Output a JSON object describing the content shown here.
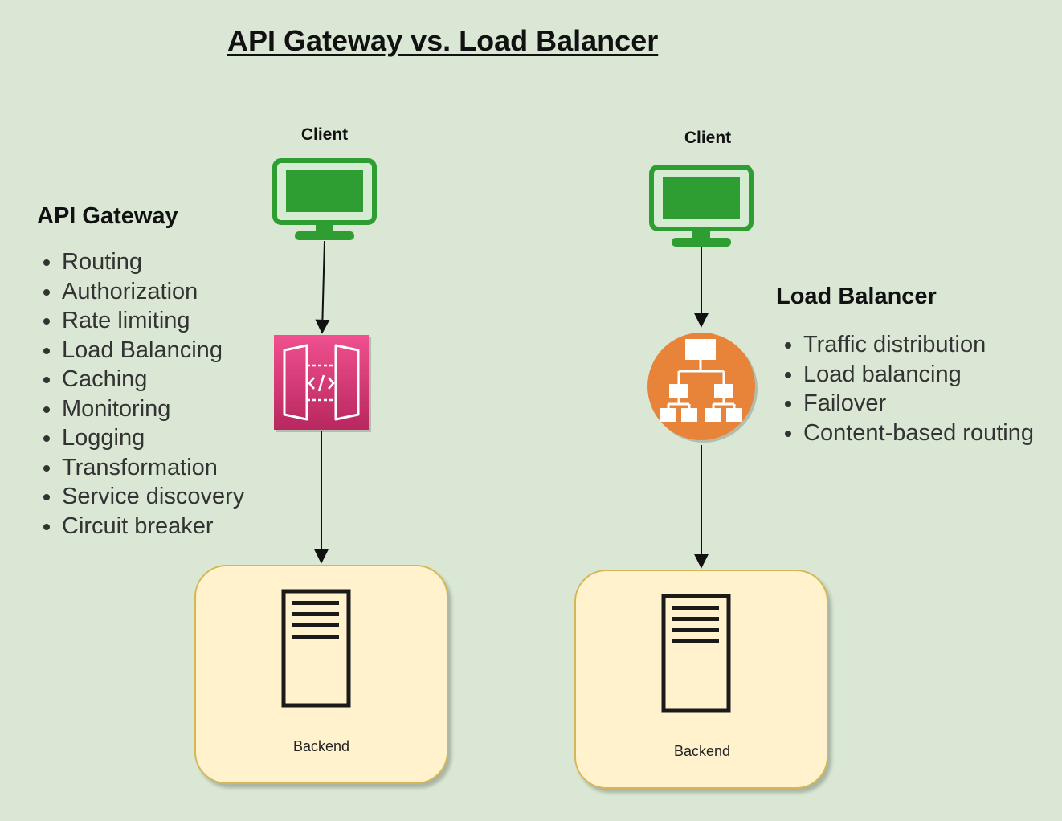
{
  "title": "API Gateway vs. Load Balancer",
  "left": {
    "client_label": "Client",
    "section_title": "API Gateway",
    "features": [
      "Routing",
      "Authorization",
      "Rate limiting",
      "Load Balancing",
      "Caching",
      "Monitoring",
      "Logging",
      "Transformation",
      "Service discovery",
      "Circuit breaker"
    ],
    "backend_label": "Backend",
    "gateway_icon": "api-gateway-icon",
    "gateway_color": "#d6336c"
  },
  "right": {
    "client_label": "Client",
    "section_title": "Load Balancer",
    "features": [
      "Traffic distribution",
      "Load balancing",
      "Failover",
      "Content-based routing"
    ],
    "backend_label": "Backend",
    "balancer_icon": "load-balancer-icon",
    "balancer_color": "#e8843a"
  },
  "colors": {
    "background": "#d9e7d4",
    "monitor_green": "#2f9e32",
    "backend_fill": "#fff2cc",
    "backend_border": "#d6b656"
  }
}
